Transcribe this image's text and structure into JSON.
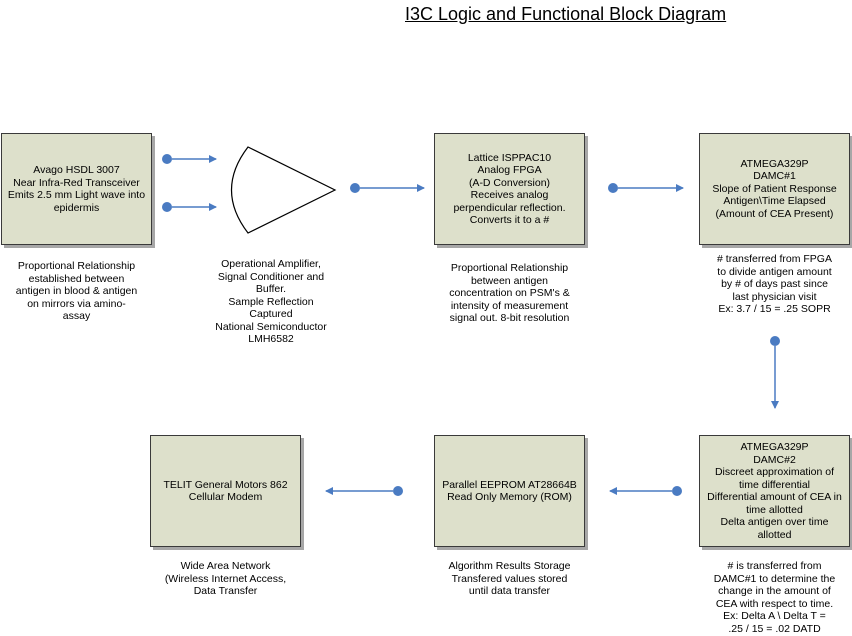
{
  "title": "I3C Logic and Functional Block Diagram",
  "colors": {
    "box_fill": "#dde0cb",
    "connector": "#4a7bc2",
    "box_border": "#3a3a3a"
  },
  "boxes": {
    "avago": [
      "Avago HSDL 3007",
      "Near Infra-Red Transceiver",
      "Emits 2.5 mm Light wave into",
      "epidermis"
    ],
    "lattice": [
      "Lattice ISPPAC10",
      "Analog FPGA",
      "(A-D Conversion)",
      "Receives analog",
      "perpendicular reflection.",
      "Converts it to a #"
    ],
    "damc1": [
      "ATMEGA329P",
      "DAMC#1",
      "Slope of Patient Response",
      "Antigen\\Time Elapsed",
      "(Amount of CEA Present)"
    ],
    "damc2": [
      "ATMEGA329P",
      "DAMC#2",
      "Discreet approximation of",
      "time differential",
      "Differential amount of CEA in",
      "time allotted",
      "Delta antigen over time",
      "allotted"
    ],
    "eeprom": [
      "Parallel EEPROM AT28664B",
      "Read Only Memory (ROM)"
    ],
    "telit": [
      "TELIT General Motors 862",
      "Cellular Modem"
    ]
  },
  "captions": {
    "avago": [
      "Proportional Relationship",
      "established between",
      "antigen in blood & antigen",
      "on mirrors via amino-",
      "assay"
    ],
    "amp": [
      "Operational Amplifier,",
      "Signal Conditioner and",
      "Buffer.",
      "Sample Reflection",
      "Captured",
      "National Semiconductor",
      "LMH6582"
    ],
    "lattice": [
      "Proportional Relationship",
      "between antigen",
      "concentration on PSM's &",
      "intensity of measurement",
      "signal out. 8-bit resolution"
    ],
    "damc1": [
      "# transferred from FPGA",
      "to divide antigen amount",
      "by # of days past since",
      "last physician visit",
      "Ex: 3.7 / 15 = .25 SOPR"
    ],
    "damc2": [
      "# is transferred from",
      "DAMC#1 to determine the",
      "change in the amount of",
      "CEA with respect to time.",
      "Ex: Delta A \\ Delta T =",
      ".25 / 15 = .02 DATD"
    ],
    "eeprom": [
      "Algorithm Results Storage",
      "Transfered values stored",
      "until data transfer"
    ],
    "telit": [
      "Wide Area Network",
      "(Wireless Internet Access,",
      "Data Transfer"
    ]
  }
}
